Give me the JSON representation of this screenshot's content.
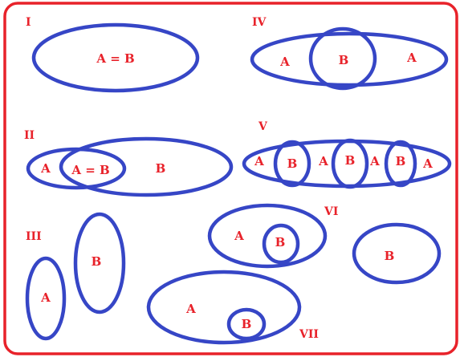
{
  "colors": {
    "frame": "#e8222a",
    "ellipse": "#3646c6",
    "text": "#e8222a"
  },
  "cases": [
    {
      "numeral": "I",
      "labels": [
        "A = B"
      ]
    },
    {
      "numeral": "II",
      "labels": [
        "A",
        "A = B",
        "B"
      ]
    },
    {
      "numeral": "III",
      "labels": [
        "A",
        "B"
      ]
    },
    {
      "numeral": "IV",
      "labels": [
        "A",
        "B",
        "A"
      ]
    },
    {
      "numeral": "V",
      "labels": [
        "A",
        "B",
        "A",
        "B",
        "A",
        "B",
        "A"
      ]
    },
    {
      "numeral": "VI",
      "labels": [
        "A",
        "B",
        "B"
      ]
    },
    {
      "numeral": "VII",
      "labels": [
        "A",
        "B"
      ]
    }
  ]
}
